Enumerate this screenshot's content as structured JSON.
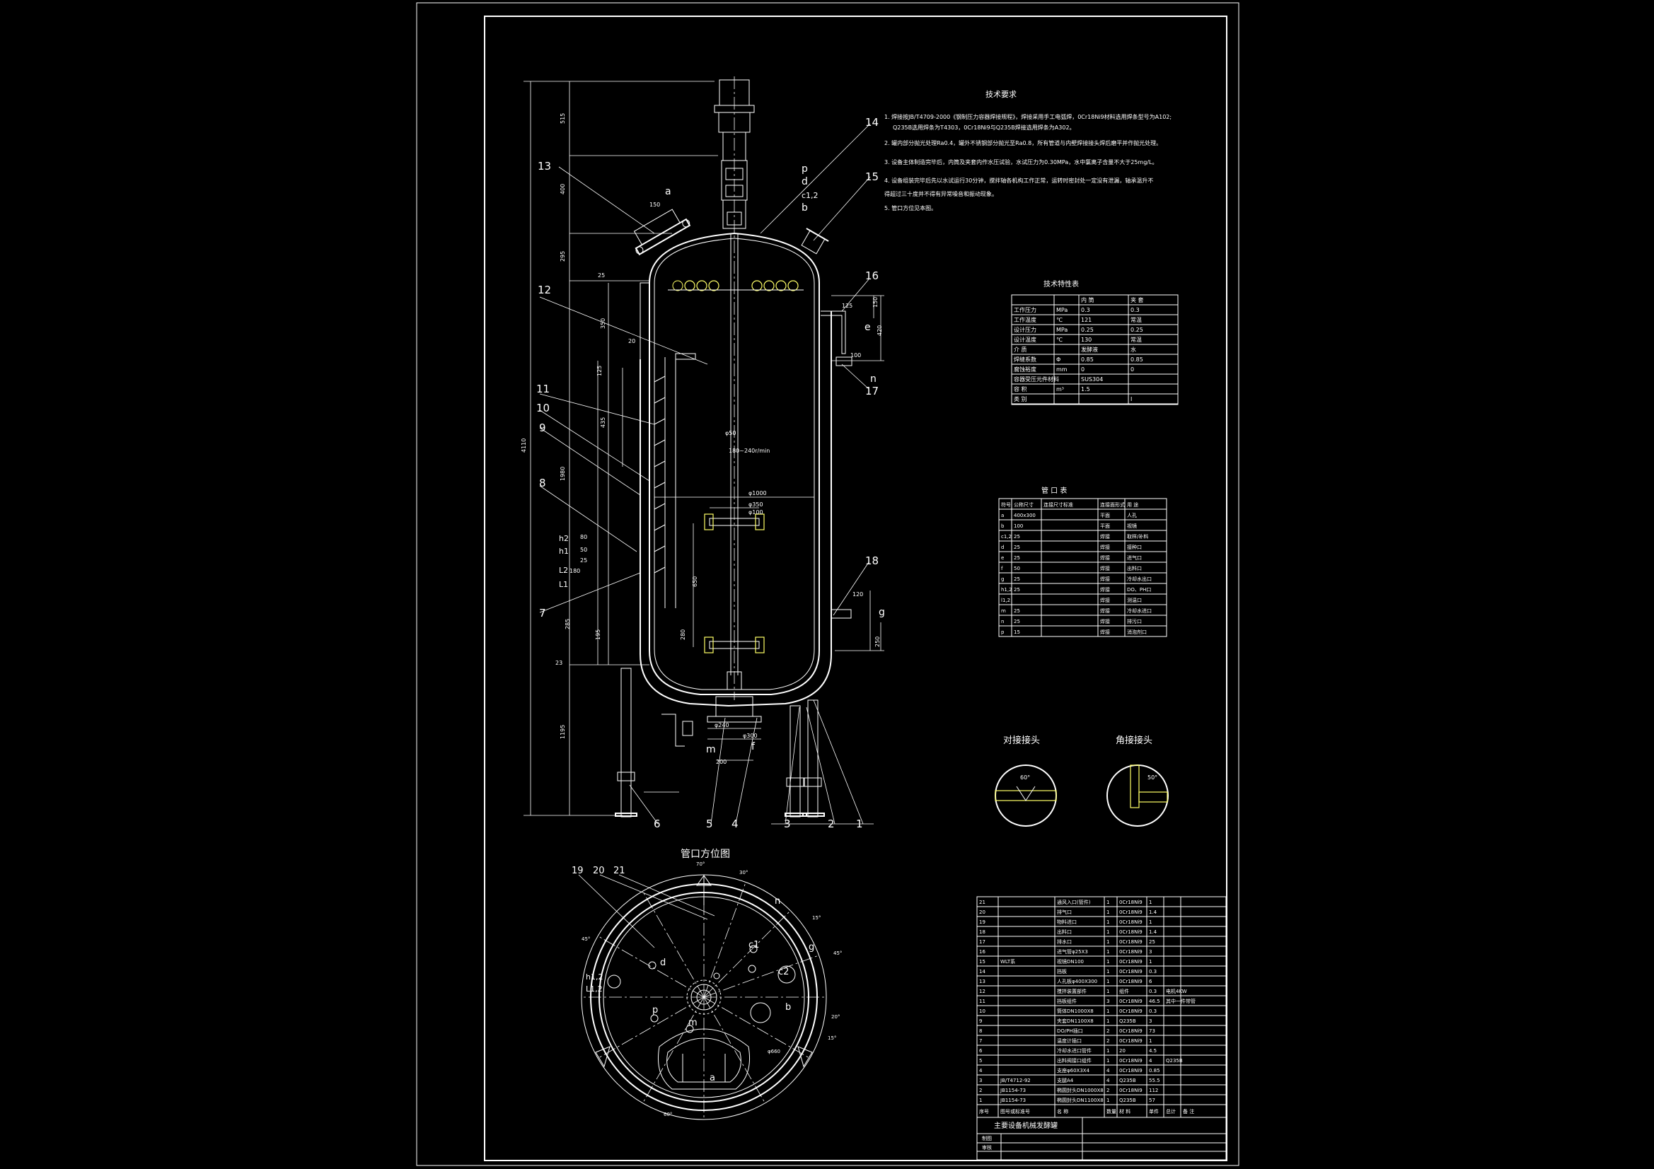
{
  "drawing": {
    "section_title": "管口方位图",
    "weld_butt_label": "对接接头",
    "weld_corner_label": "角接接头",
    "butt_angle": "60°",
    "corner_angle": "50°",
    "title_block_name": "主要设备机械发酵罐",
    "title_row_labels": [
      "制图",
      "审核"
    ]
  },
  "tech_requirements": {
    "title": "技术要求",
    "items": [
      "1. 焊接按JB/T4709-2000《钢制压力容器焊接规程》，焊接采用手工电弧焊，0Cr18Ni9材料选用焊条型号为A102;",
      "Q235B选用焊条为T4303，0Cr18Ni9与Q235B焊接选用焊条为A302。",
      "2. 罐内部分抛光处理Ra0.4，罐外不锈钢部分抛光至Ra0.8，所有管道与内壁焊接接头焊后磨平并作抛光处理。",
      "3. 设备主体制造完毕后，内筒及夹套内作水压试验，水试压力为0.30MPa，水中氯离子含量不大于25mg/L。",
      "4. 设备组装完毕后先以水试运行30分钟，搅拌轴各机构工作正常，运转时密封处一定没有泄漏，轴承温升不",
      "   得超过三十度并不得有异常噪音和振动现象。",
      "5. 管口方位见本图。"
    ]
  },
  "spec_table": {
    "title": "技术特性表",
    "headers": [
      "",
      "",
      "内 筒",
      "夹 套"
    ],
    "rows": [
      [
        "工作压力",
        "MPa",
        "0.3",
        "0.3"
      ],
      [
        "工作温度",
        "℃",
        "121",
        "常温"
      ],
      [
        "设计压力",
        "MPa",
        "0.25",
        "0.25"
      ],
      [
        "设计温度",
        "℃",
        "130",
        "常温"
      ],
      [
        "介 质",
        "",
        "发酵液",
        "水"
      ],
      [
        "焊缝系数",
        "Φ",
        "0.85",
        "0.85"
      ],
      [
        "腐蚀裕度",
        "mm",
        "0",
        "0"
      ],
      [
        "容器受压元件材料",
        "",
        "SUS304",
        ""
      ],
      [
        "容 积",
        "m³",
        "1.5",
        ""
      ],
      [
        "类 别",
        "",
        "",
        "I"
      ]
    ]
  },
  "nozzle_table": {
    "title": "管 口 表",
    "headers": [
      "符号",
      "公称尺寸",
      "连接尺寸标准",
      "连接面形式",
      "用 途"
    ],
    "rows": [
      [
        "a",
        "400x300",
        "",
        "平面",
        "人孔"
      ],
      [
        "b",
        "100",
        "",
        "平面",
        "视镜"
      ],
      [
        "c1,2",
        "25",
        "",
        "焊接",
        "取样/补料"
      ],
      [
        "d",
        "25",
        "",
        "焊接",
        "接种口"
      ],
      [
        "e",
        "25",
        "",
        "焊接",
        "进气口"
      ],
      [
        "f",
        "50",
        "",
        "焊接",
        "出料口"
      ],
      [
        "g",
        "25",
        "",
        "焊接",
        "冷却水出口"
      ],
      [
        "h1,2",
        "25",
        "",
        "焊接",
        "DO、PH口"
      ],
      [
        "l1,2",
        "",
        "",
        "焊接",
        "测温口"
      ],
      [
        "m",
        "25",
        "",
        "焊接",
        "冷却水进口"
      ],
      [
        "n",
        "25",
        "",
        "焊接",
        "排污口"
      ],
      [
        "p",
        "15",
        "",
        "焊接",
        "消泡剂口"
      ]
    ]
  },
  "bom": {
    "headers": [
      "序号",
      "图号或标准号",
      "名 称",
      "数量",
      "材 料",
      "单件",
      "总计",
      "备 注"
    ],
    "rows": [
      [
        "21",
        "",
        "通风入口(管件)",
        "1",
        "0Cr18Ni9",
        "1",
        "",
        ""
      ],
      [
        "20",
        "",
        "排气口",
        "1",
        "0Cr18Ni9",
        "1.4",
        "",
        ""
      ],
      [
        "19",
        "",
        "物料进口",
        "1",
        "0Cr18Ni9",
        "1",
        "",
        ""
      ],
      [
        "18",
        "",
        "出料口",
        "1",
        "0Cr18Ni9",
        "1.4",
        "",
        ""
      ],
      [
        "17",
        "",
        "排水口",
        "1",
        "0Cr18Ni9",
        "25",
        "",
        ""
      ],
      [
        "16",
        "",
        "进气管φ25X3",
        "1",
        "0Cr18Ni9",
        "3",
        "",
        ""
      ],
      [
        "15",
        "WLT系",
        "视镜DN100",
        "1",
        "0Cr18Ni9",
        "1",
        "",
        ""
      ],
      [
        "14",
        "",
        "挡板",
        "1",
        "0Cr18Ni9",
        "0.3",
        "",
        ""
      ],
      [
        "13",
        "",
        "人孔板φ400X300",
        "1",
        "0Cr18Ni9",
        "6",
        "",
        ""
      ],
      [
        "12",
        "",
        "搅拌装置部件",
        "1",
        "组件",
        "0.3",
        "电机4KW",
        ""
      ],
      [
        "11",
        "",
        "挡板组件",
        "3",
        "0Cr18Ni9",
        "46.5",
        "其中一件带管",
        ""
      ],
      [
        "10",
        "",
        "筒体DN1000X8",
        "1",
        "0Cr18Ni9",
        "0.3",
        "",
        ""
      ],
      [
        "9",
        "",
        "夹套DN1100X8",
        "1",
        "Q235B",
        "3",
        "",
        ""
      ],
      [
        "8",
        "",
        "DO/PH插口",
        "2",
        "0Cr18Ni9",
        "73",
        "",
        ""
      ],
      [
        "7",
        "",
        "温度计插口",
        "2",
        "0Cr18Ni9",
        "1",
        "",
        ""
      ],
      [
        "6",
        "",
        "冷却水进口管件",
        "1",
        "20",
        "4.5",
        "",
        ""
      ],
      [
        "5",
        "",
        "出料阀接口组件",
        "1",
        "0Cr18Ni9",
        "4",
        "Q235B",
        ""
      ],
      [
        "4",
        "",
        "支座φ60X3X4",
        "4",
        "0Cr18Ni9",
        "0.85",
        "",
        ""
      ],
      [
        "3",
        "JB/T4712-92",
        "支腿A4",
        "4",
        "Q235B",
        "55.5",
        "",
        ""
      ],
      [
        "2",
        "JB1154-73",
        "椭圆封头DN1000X8",
        "2",
        "0Cr18Ni9",
        "112",
        "",
        ""
      ],
      [
        "1",
        "JB1154-73",
        "椭圆封头DN1100X8",
        "1",
        "Q235B",
        "57",
        "",
        ""
      ]
    ]
  },
  "dimensions": {
    "total_height": "4110",
    "top_1": "515",
    "top_2": "400",
    "top_3": "295",
    "top_4": "25",
    "cyl_1": "350",
    "cyl_2": "125",
    "cyl_3": "435",
    "cyl_4": "1980",
    "low_1": "1195",
    "shaft": "φ50",
    "speed": "180~240r/min",
    "d_inner": "φ1000",
    "d_imp": "φ350",
    "d_imp2": "φ100",
    "d_240": "φ240",
    "d_300": "φ300",
    "d_200": "200",
    "d_650": "650",
    "d_660": "φ660",
    "r_125": "125",
    "r_150": "150",
    "r_420": "420",
    "r_100": "100",
    "r_120": "120",
    "r_250": "250",
    "mh_150": "150",
    "l_80": "80",
    "l_50": "50",
    "l_25": "25",
    "l_180": "180",
    "l_285": "285",
    "l_195": "195",
    "l_280": "280",
    "l_20": "20",
    "l_23": "23"
  },
  "labels": {
    "callouts": [
      "1",
      "2",
      "3",
      "4",
      "5",
      "6",
      "7",
      "8",
      "9",
      "10",
      "11",
      "12",
      "13",
      "14",
      "15",
      "16",
      "17",
      "18",
      "19",
      "20",
      "21"
    ],
    "nozzles": [
      "a",
      "p",
      "d",
      "c1,2",
      "b",
      "e",
      "n",
      "g",
      "f",
      "m",
      "h2",
      "h1",
      "L2",
      "L1"
    ],
    "plan": [
      "n",
      "g",
      "c1",
      "c2",
      "b",
      "a",
      "m",
      "p",
      "d",
      "h1,2",
      "L1,2"
    ],
    "plan_angles": [
      "70°",
      "30°",
      "15°",
      "45°",
      "20°",
      "15°",
      "60°",
      "45°"
    ]
  }
}
